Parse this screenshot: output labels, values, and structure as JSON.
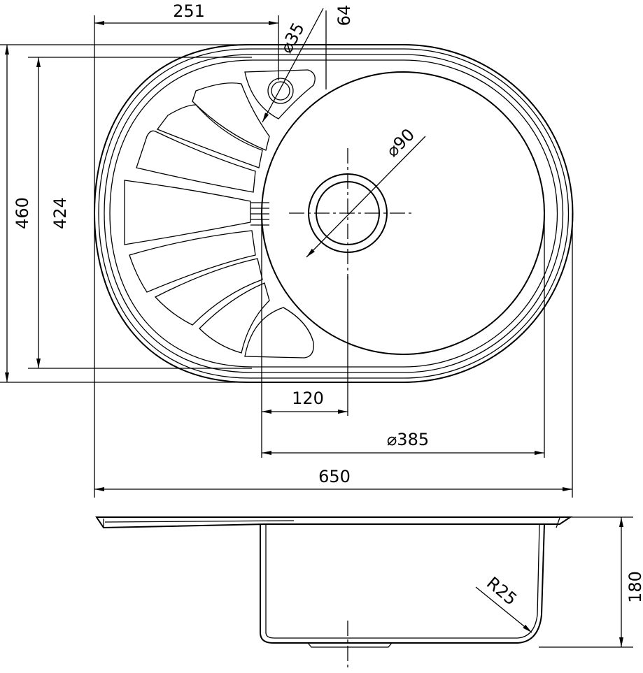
{
  "drawing": {
    "top_view": {
      "dimensions": {
        "drainboard_offset": "251",
        "overflow_diameter": "⌀35",
        "overflow_offset": "64",
        "drain_diameter": "⌀90",
        "overall_depth": "460",
        "inner_depth": "424",
        "drain_offset": "120",
        "bowl_diameter": "⌀385",
        "overall_width": "650"
      }
    },
    "side_view": {
      "dimensions": {
        "corner_radius": "R25",
        "bowl_height": "180"
      }
    }
  }
}
